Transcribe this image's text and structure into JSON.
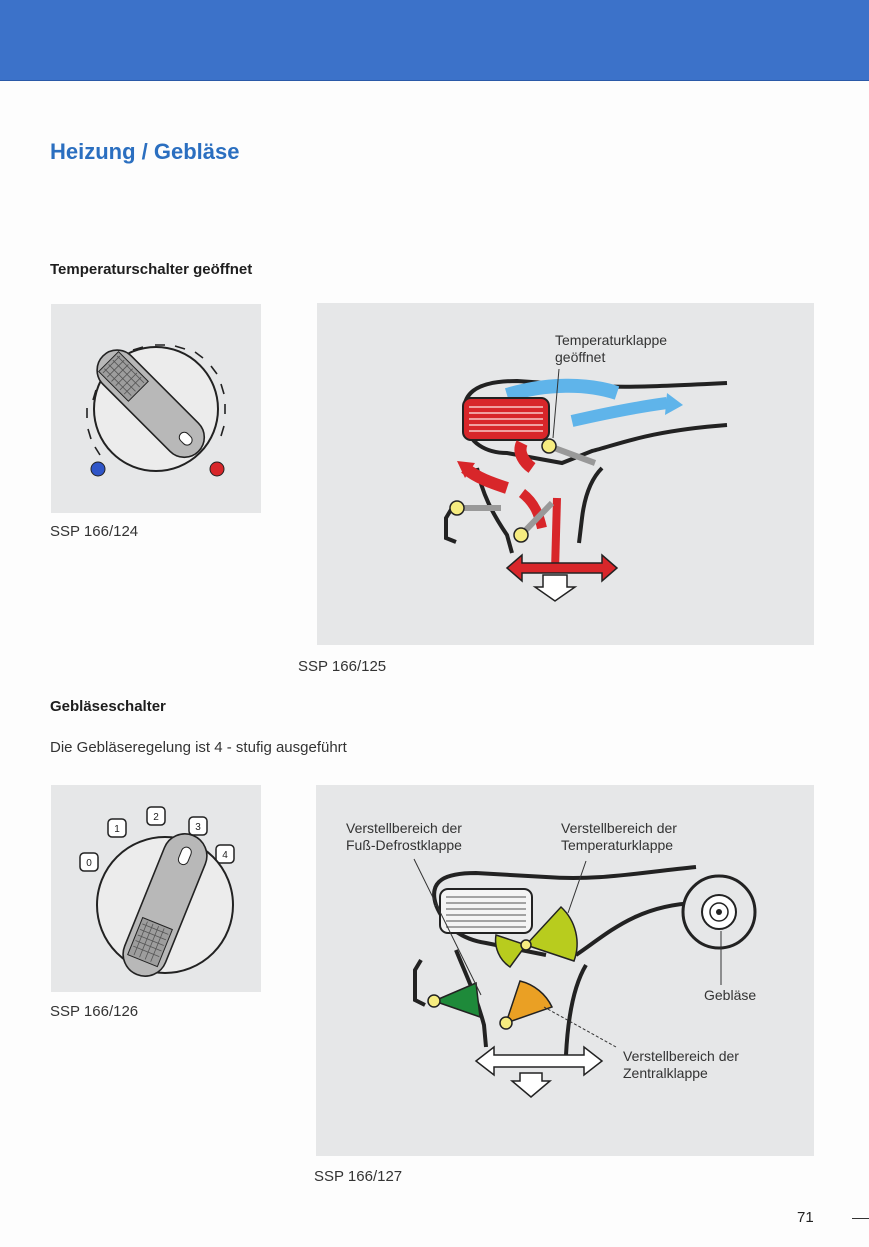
{
  "page": {
    "title": "Heizung / Gebläse",
    "page_number": "71"
  },
  "section1": {
    "heading": "Temperaturschalter geöffnet",
    "figure_left_caption": "SSP 166/124",
    "figure_right_caption": "SSP 166/125",
    "label_flap": "Temperaturklappe\ngeöffnet"
  },
  "section2": {
    "heading": "Gebläseschalter",
    "body": "Die Gebläseregelung ist 4 - stufig ausgeführt",
    "figure_left_caption": "SSP 166/126",
    "figure_right_caption": "SSP 166/127",
    "knob_positions": [
      "0",
      "1",
      "2",
      "3",
      "4"
    ],
    "label_foot_defrost": "Verstellbereich der\nFuß-Defrostklappe",
    "label_temperature": "Verstellbereich der\nTemperaturklappe",
    "label_blower": "Gebläse",
    "label_central": "Verstellbereich der\nZentralklappe"
  },
  "colors": {
    "band": "#3c72c9",
    "title": "#2b6fc0",
    "cold": "#2f55c8",
    "hot": "#d8262a",
    "cool_air": "#5fb4ea",
    "foot_flap": "#1e8a3a",
    "temp_flap": "#b8cc1e",
    "central_flap": "#eaa024"
  }
}
